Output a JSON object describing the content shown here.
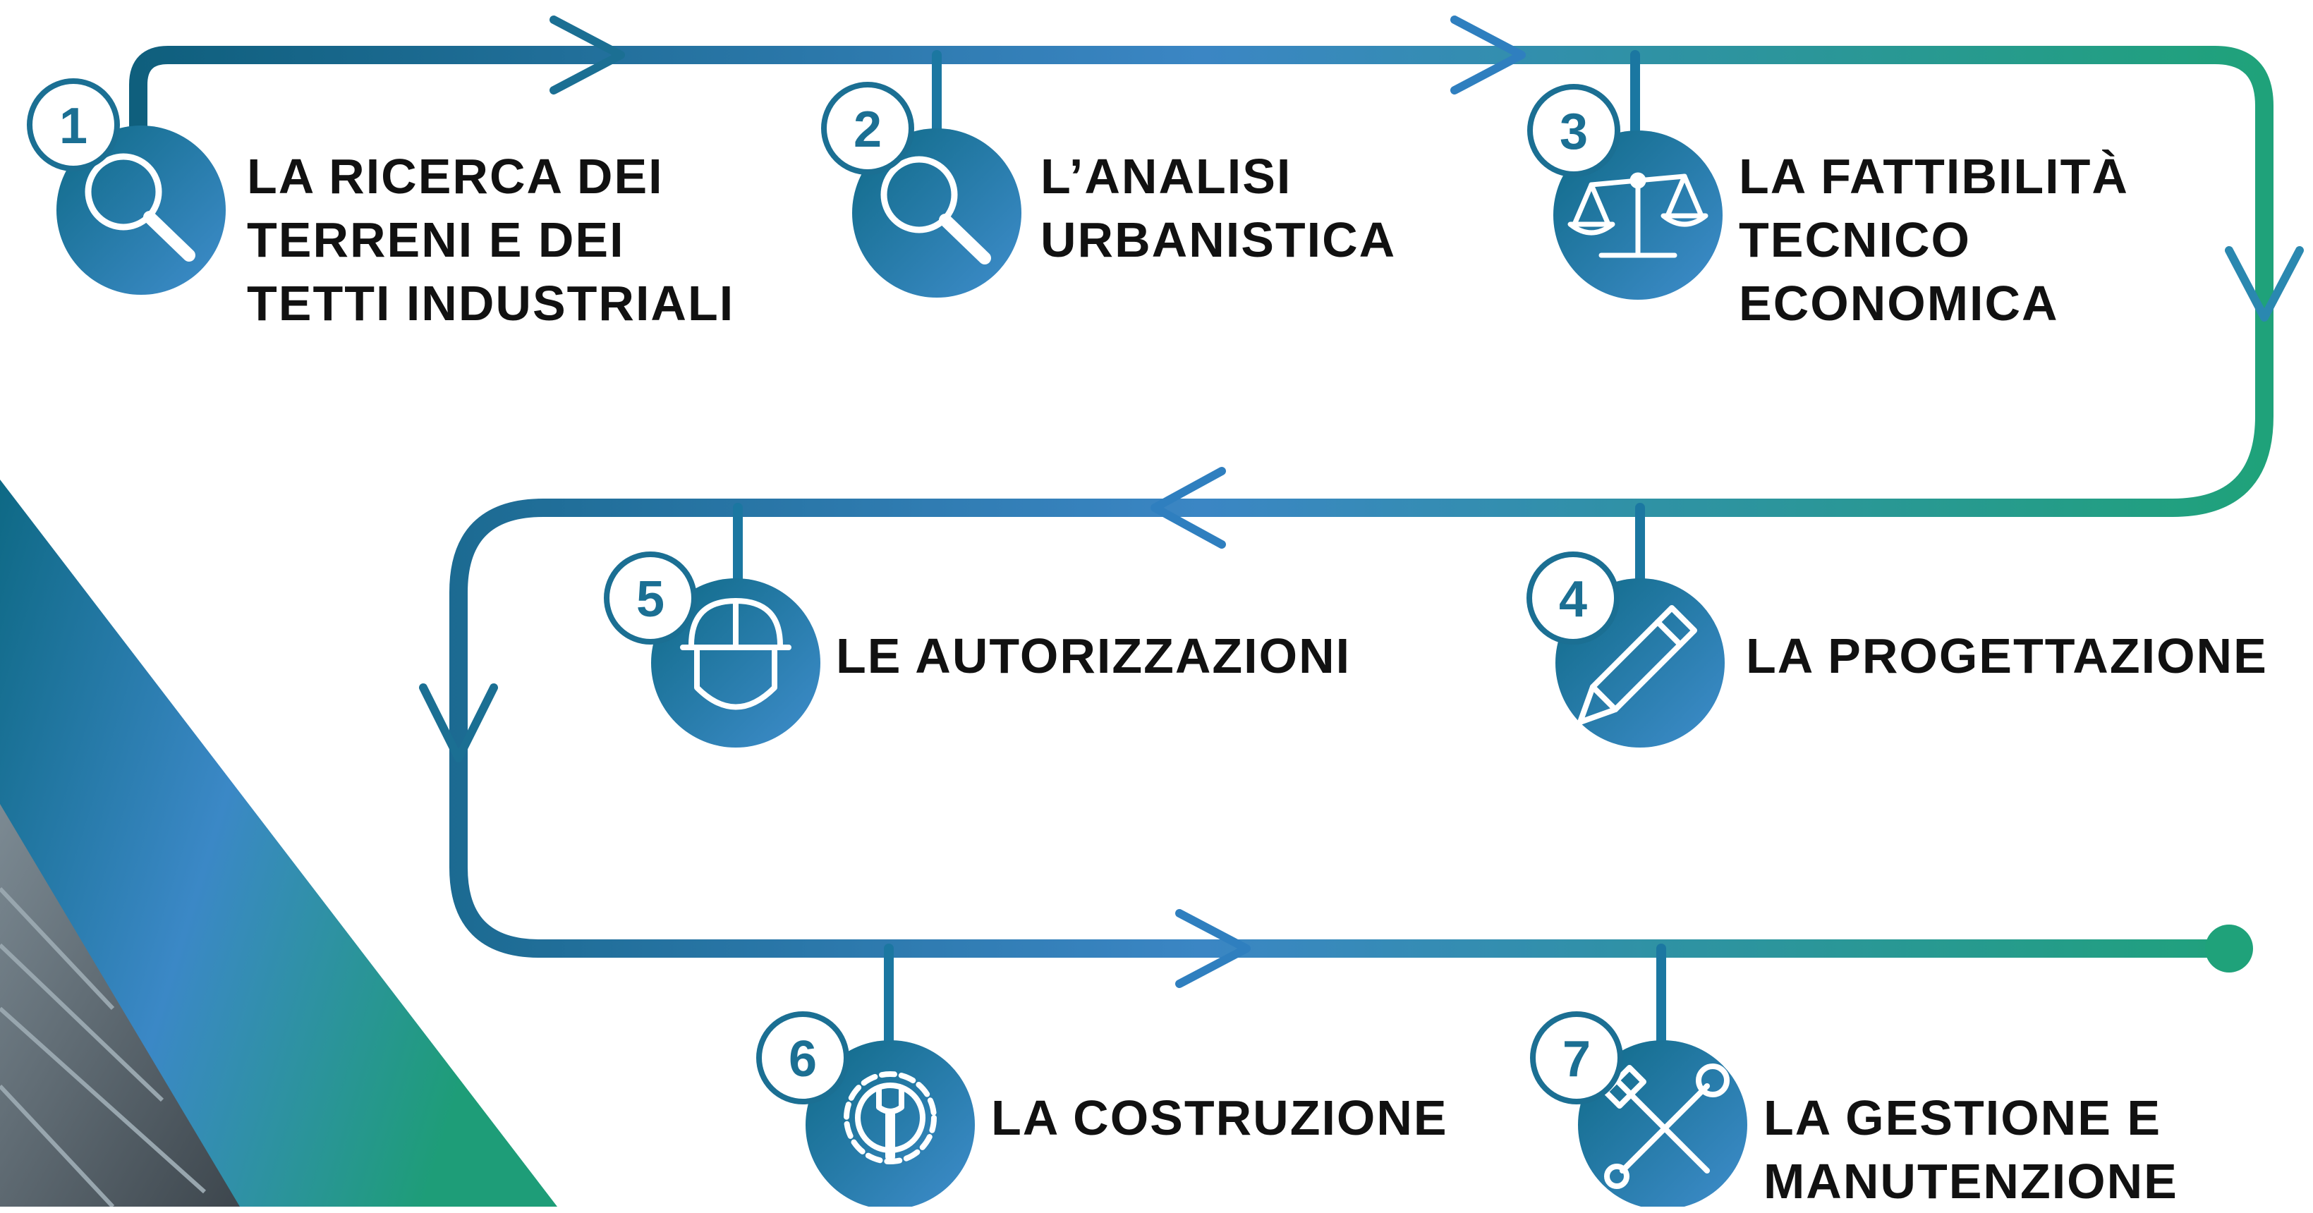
{
  "colors": {
    "accent_dark": "#0f5f7d",
    "accent_blue": "#3b86c4",
    "accent_green": "#1fa27a",
    "badge_ring": "#1b6f93",
    "text": "#111111"
  },
  "steps": [
    {
      "number": "1",
      "icon": "magnifier-icon",
      "lines": [
        "LA RICERCA DEI",
        "TERRENI E DEI",
        "TETTI INDUSTRIALI"
      ]
    },
    {
      "number": "2",
      "icon": "magnifier-icon",
      "lines": [
        "L’ANALISI",
        "URBANISTICA"
      ]
    },
    {
      "number": "3",
      "icon": "balance-scale-icon",
      "lines": [
        "LA FATTIBILITÀ",
        "TECNICO",
        "ECONOMICA"
      ]
    },
    {
      "number": "4",
      "icon": "pencil-icon",
      "lines": [
        "LA PROGETTAZIONE"
      ]
    },
    {
      "number": "5",
      "icon": "hard-hat-icon",
      "lines": [
        "LE AUTORIZZAZIONI"
      ]
    },
    {
      "number": "6",
      "icon": "gear-wrench-icon",
      "lines": [
        "LA COSTRUZIONE"
      ]
    },
    {
      "number": "7",
      "icon": "hammer-wrench-icon",
      "lines": [
        "LA GESTIONE E",
        "MANUTENZIONE"
      ]
    }
  ]
}
